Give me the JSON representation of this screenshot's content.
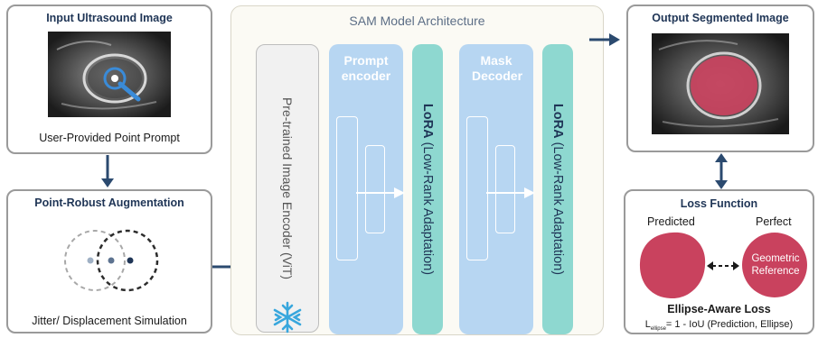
{
  "input_panel": {
    "title": "Input Ultrasound Image",
    "caption": "User-Provided Point Prompt"
  },
  "augment_panel": {
    "title": "Point-Robust Augmentation",
    "caption": "Jitter/ Displacement Simulation"
  },
  "architecture": {
    "title": "SAM Model Architecture",
    "encoder_label": "Pre-trained Image Encoder (ViT)",
    "prompt_encoder_label": "Prompt encoder",
    "lora_bold": "LoRA",
    "lora_rest": " (Low-Rank Adaptation)",
    "mask_decoder_label": "Mask Decoder"
  },
  "output_panel": {
    "title": "Output Segmented Image"
  },
  "loss_panel": {
    "title": "Loss Function",
    "predicted_label": "Predicted",
    "perfect_label": "Perfect",
    "reference_line1": "Geometric",
    "reference_line2": "Reference",
    "loss_name": "Ellipse-Aware Loss",
    "formula_main": "L",
    "formula_sub": "ellipse",
    "formula_rest": "= 1 - IoU (Prediction, Ellipse)"
  },
  "colors": {
    "panel_border": "#9a9a9a",
    "title_navy": "#1f3556",
    "arrow_navy": "#2b4a6f",
    "block_blue": "#b7d6f2",
    "block_blue_light": "#dcebf8",
    "lora_teal": "#8ed8d0",
    "mask_red": "#c9425e",
    "snowflake": "#38a7dd"
  },
  "icons": [
    "snowflake-icon"
  ]
}
